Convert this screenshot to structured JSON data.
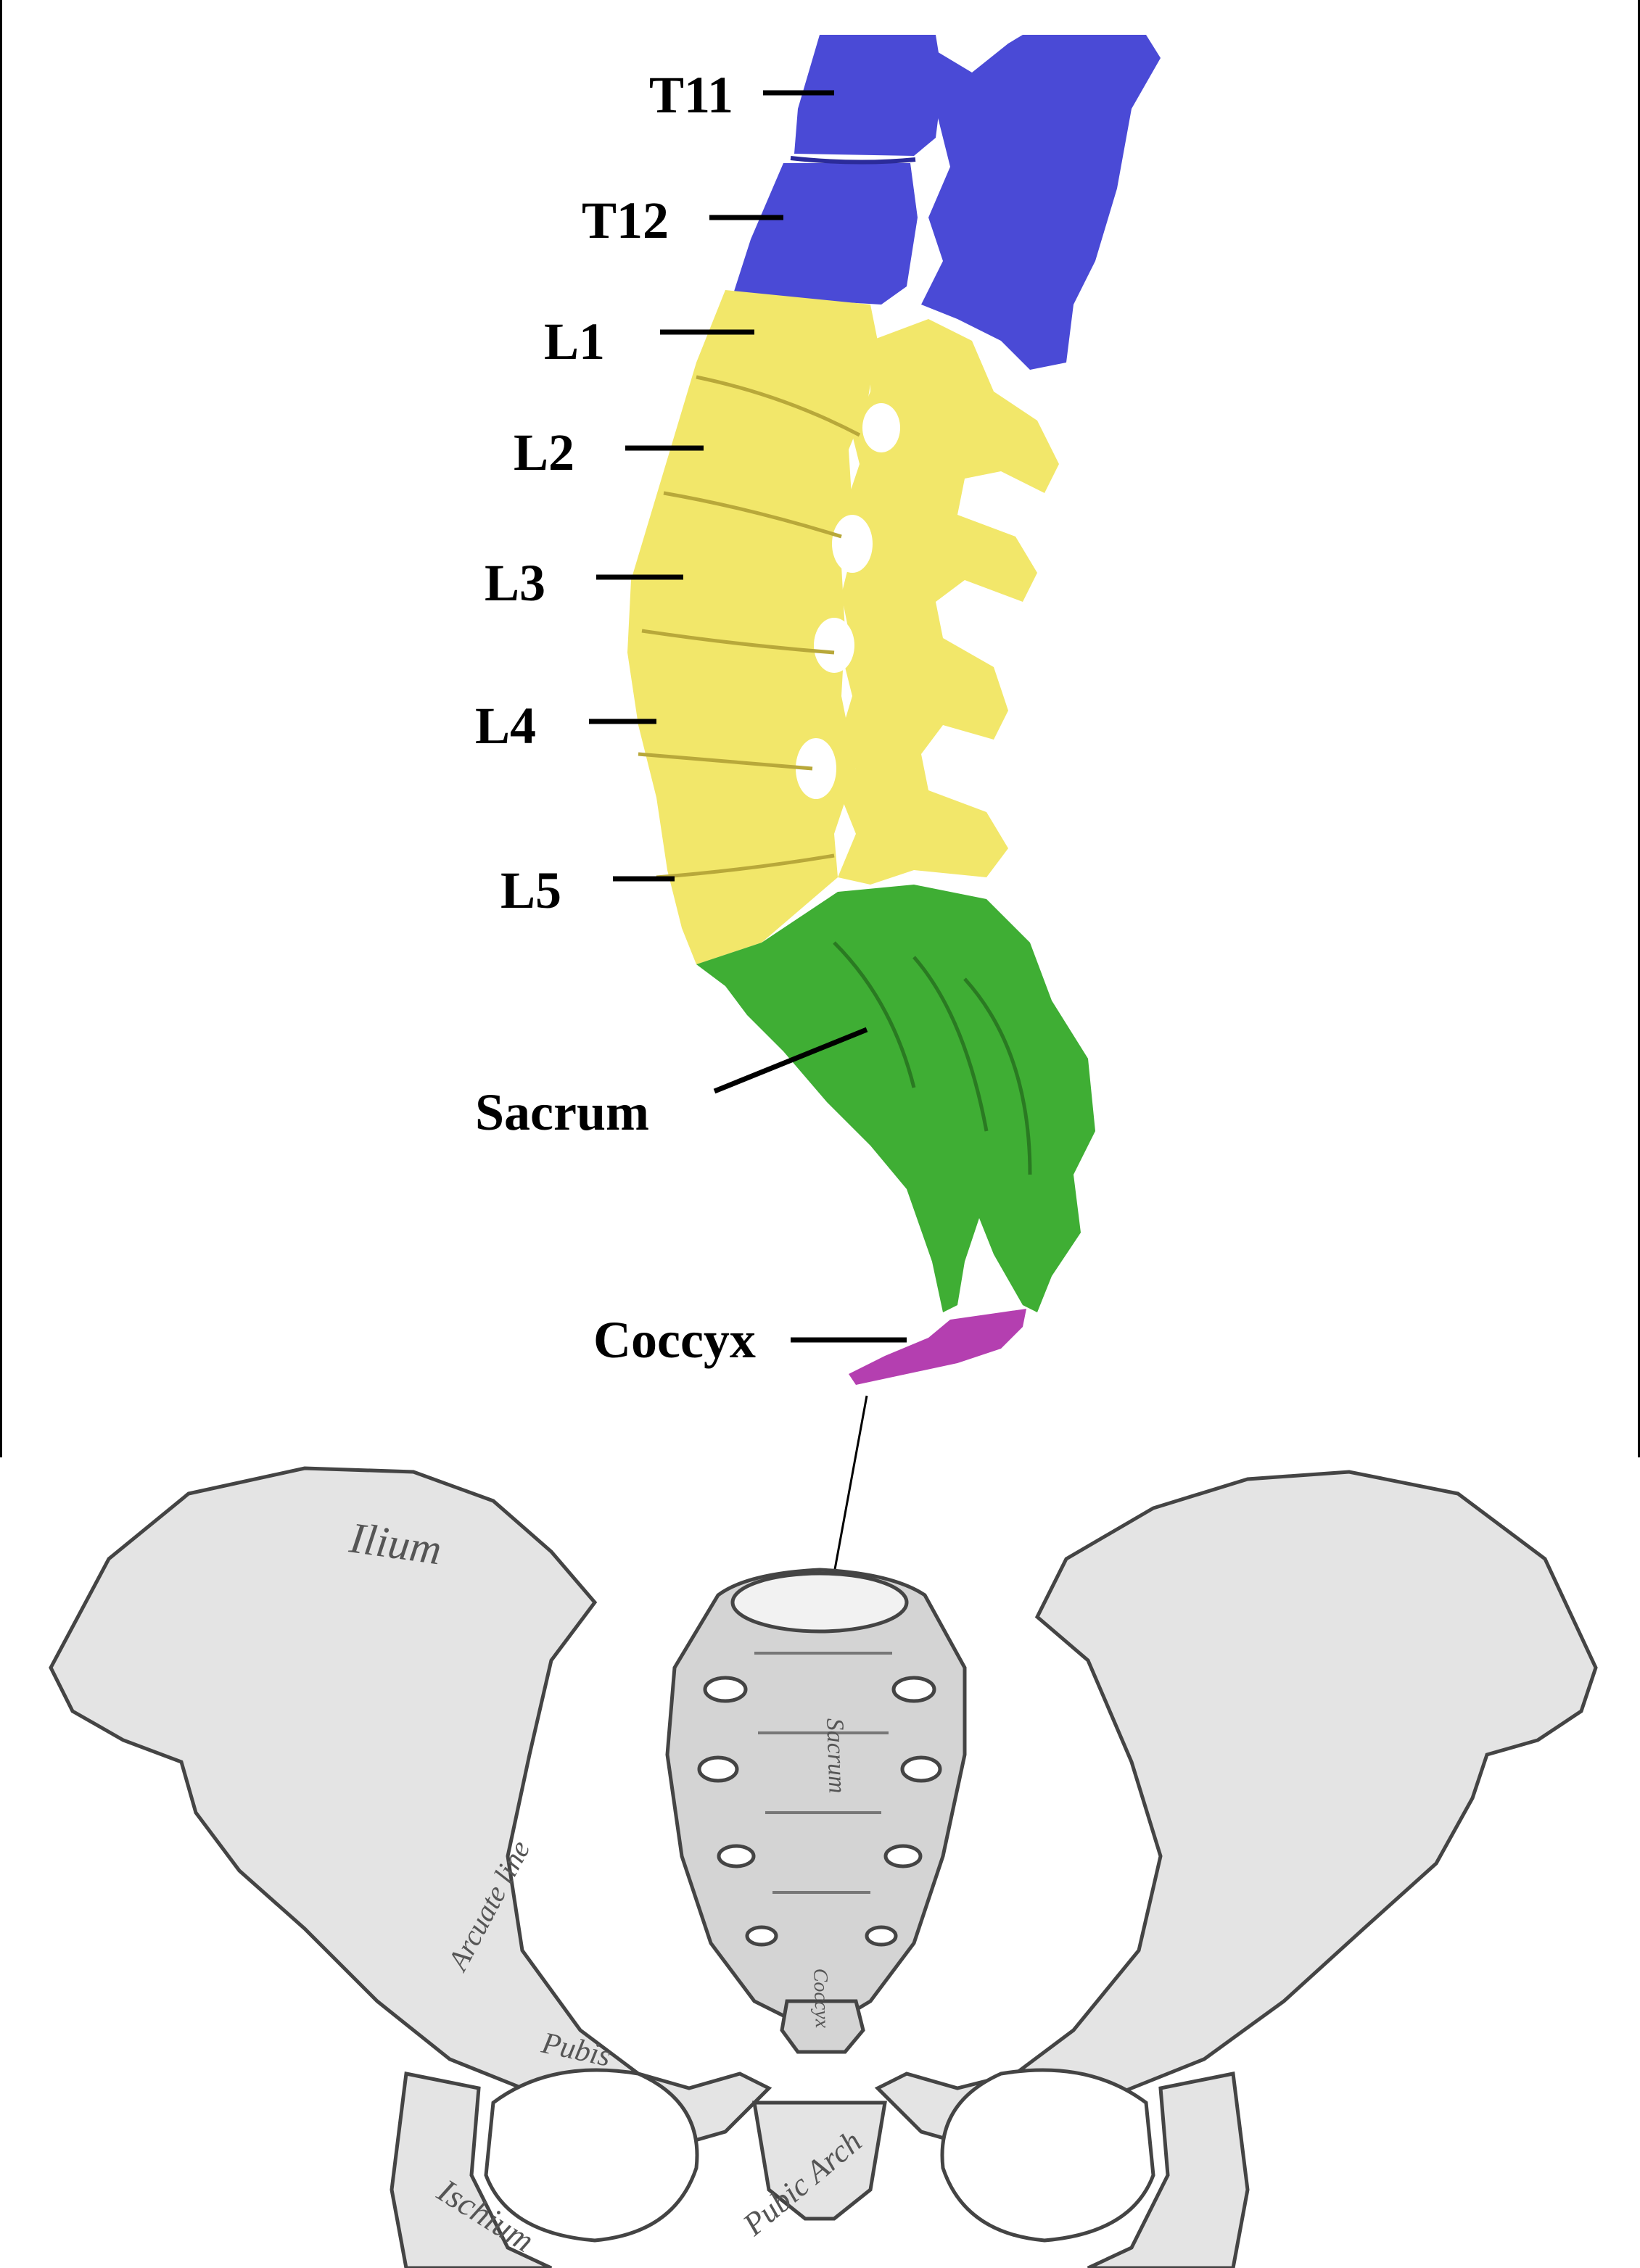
{
  "colors": {
    "thoracic": "#4a4ad6",
    "lumbar": "#f2e76a",
    "sacrum": "#3fae34",
    "coccyx": "#b43fb0",
    "bone_line": "#555555",
    "bone_fill": "#e4e4e4"
  },
  "spine": {
    "labels": {
      "t11": "T11",
      "t12": "T12",
      "l1": "L1",
      "l2": "L2",
      "l3": "L3",
      "l4": "L4",
      "l5": "L5",
      "sacrum": "Sacrum",
      "coccyx": "Coccyx"
    }
  },
  "pelvis": {
    "labels": {
      "ilium": "Ilium",
      "arcuate_line": "Arcuate line",
      "pubis": "Pubis",
      "ischium": "Ischium",
      "pubic_arch": "Pubic Arch",
      "sacrum": "Sacrum",
      "coccyx": "Coccyx"
    }
  }
}
